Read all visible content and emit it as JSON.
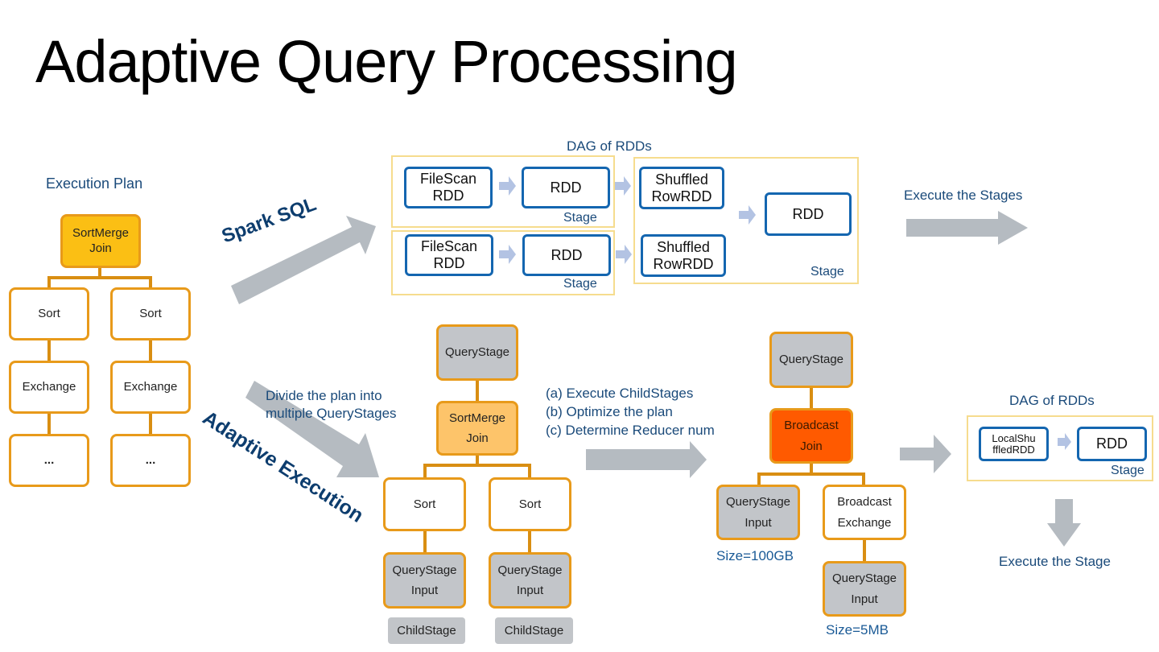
{
  "title": "Adaptive Query Processing",
  "colors": {
    "node_border": "#e89a1a",
    "gold_fill": "#fbbf14",
    "light_gold_fill": "#fdc46a",
    "grey_fill": "#c2c5c9",
    "broadcast_join_fill": "#ff5a00",
    "rdd_border": "#1466b0",
    "stage_border": "#f6dc8e",
    "label_blue": "#1a4a7a",
    "arrow_grey": "#b5bbc1",
    "small_arrow": "#b3c3e3"
  },
  "execution_plan": {
    "heading": "Execution Plan",
    "root": {
      "line1": "SortMerge",
      "line2": "Join"
    },
    "left": [
      {
        "label": "Sort"
      },
      {
        "label": "Exchange"
      },
      {
        "label": "..."
      }
    ],
    "right": [
      {
        "label": "Sort"
      },
      {
        "label": "Exchange"
      },
      {
        "label": "..."
      }
    ]
  },
  "spark_sql": {
    "label": "Spark SQL",
    "dag_heading": "DAG of RDDs",
    "stage_label": "Stage",
    "row1": {
      "a": {
        "line1": "FileScan",
        "line2": "RDD"
      },
      "b": "RDD"
    },
    "row2": {
      "a": {
        "line1": "FileScan",
        "line2": "RDD"
      },
      "b": "RDD"
    },
    "shuffled1": {
      "line1": "Shuffled",
      "line2": "RowRDD"
    },
    "shuffled2": {
      "line1": "Shuffled",
      "line2": "RowRDD"
    },
    "final_rdd": "RDD",
    "execute_label": "Execute the Stages"
  },
  "adaptive": {
    "label": "Adaptive Execution",
    "divide_text": {
      "line1": "Divide the plan into",
      "line2": "multiple QueryStages"
    },
    "tree1": {
      "querystage": "QueryStage",
      "join": {
        "line1": "SortMerge",
        "line2": "Join"
      },
      "left_sort": "Sort",
      "right_sort": "Sort",
      "left_input": {
        "line1": "QueryStage",
        "line2": "Input"
      },
      "right_input": {
        "line1": "QueryStage",
        "line2": "Input"
      },
      "left_child": "ChildStage",
      "right_child": "ChildStage"
    },
    "steps": [
      "(a) Execute ChildStages",
      "(b) Optimize the plan",
      "(c) Determine Reducer num"
    ],
    "tree2": {
      "querystage": "QueryStage",
      "join": {
        "line1": "Broadcast",
        "line2": "Join"
      },
      "left_input": {
        "line1": "QueryStage",
        "line2": "Input"
      },
      "left_size": "Size=100GB",
      "exchange": {
        "line1": "Broadcast",
        "line2": "Exchange"
      },
      "right_input": {
        "line1": "QueryStage",
        "line2": "Input"
      },
      "right_size": "Size=5MB"
    },
    "dag": {
      "heading": "DAG of RDDs",
      "local": {
        "line1": "LocalShu",
        "line2": "ffledRDD"
      },
      "rdd": "RDD",
      "stage_label": "Stage"
    },
    "execute_label": "Execute the Stage"
  }
}
